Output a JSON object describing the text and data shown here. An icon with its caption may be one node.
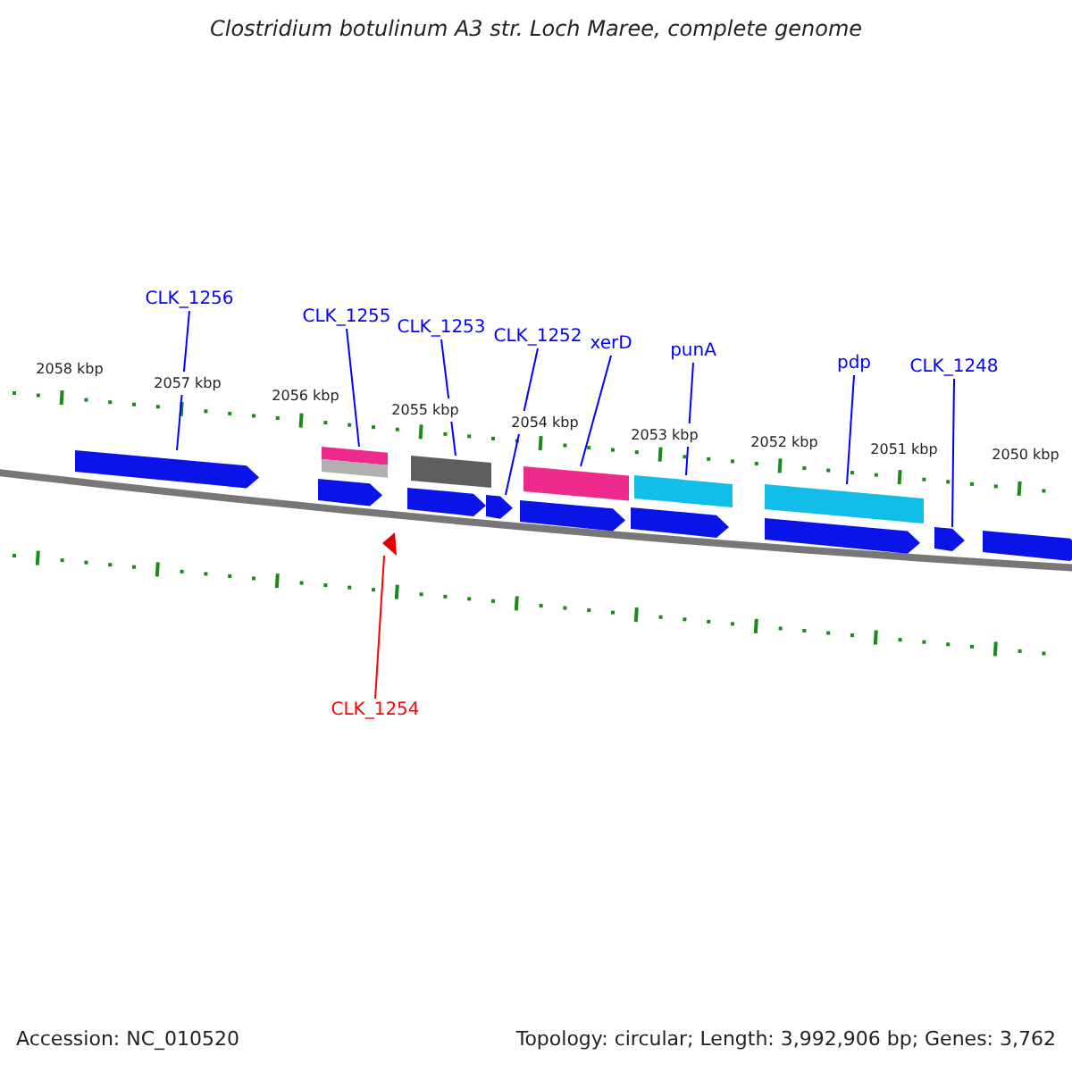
{
  "diagram": {
    "title": "Clostridium botulinum A3 str. Loch Maree, complete genome",
    "nodes": [
      {
        "text": [
          "CLK_1256"
        ]
      },
      {
        "text": [
          "CLK_1255"
        ]
      },
      {
        "text": [
          "CLK_1253"
        ]
      },
      {
        "text": [
          "CLK_1252"
        ]
      },
      {
        "text": [
          "xerD"
        ]
      },
      {
        "text": [
          "punA"
        ]
      },
      {
        "text": [
          "pdp"
        ]
      },
      {
        "text": [
          "CLK_1248"
        ]
      },
      {
        "text": [
          "CLK_1254"
        ]
      },
      {
        "text": [],
        "shape": "bar"
      },
      {
        "text": [],
        "shape": "bar"
      },
      {
        "text": [],
        "shape": "bar"
      },
      {
        "text": [],
        "shape": "bar"
      },
      {
        "text": [],
        "shape": "bar"
      },
      {
        "text": [],
        "shape": "bar"
      },
      {
        "text": [],
        "shape": "bar"
      },
      {
        "text": [],
        "shape": "bar"
      },
      {
        "text": [],
        "shape": "bar"
      },
      {
        "text": [],
        "shape": "bar"
      }
    ],
    "edges": [
      {
        "from": 0,
        "to": 9,
        "arrow": "none"
      },
      {
        "from": 1,
        "to": 10,
        "arrow": "none"
      },
      {
        "from": 2,
        "to": 11,
        "arrow": "none"
      },
      {
        "from": 3,
        "to": 12,
        "arrow": "none"
      },
      {
        "from": 4,
        "to": 13,
        "arrow": "none"
      },
      {
        "from": 5,
        "to": 14,
        "arrow": "none"
      },
      {
        "from": 6,
        "to": 15,
        "arrow": "none"
      },
      {
        "from": 7,
        "to": 16,
        "arrow": "none"
      },
      {
        "from": 8,
        "to": 18,
        "arrow": "none",
        "color": "#ff0000"
      }
    ],
    "labels": [
      "2058 kbp",
      "2057 kbp",
      "2056 kbp",
      "2055 kbp",
      "2054 kbp",
      "2053 kbp",
      "2052 kbp",
      "2051 kbp",
      "2050 kbp",
      "Accession: NC_010520",
      "Topology: circular; Length: 3,992,906 bp; Genes: 3,762"
    ]
  }
}
